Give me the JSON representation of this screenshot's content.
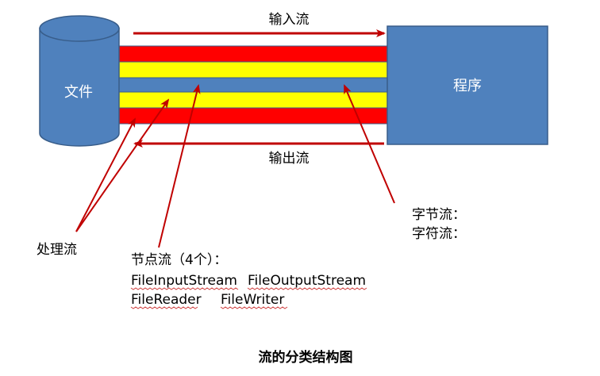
{
  "colors": {
    "blue": "#4f81bd",
    "blue_stroke": "#385d8a",
    "red": "#ff0000",
    "yellow": "#ffff00",
    "arrow": "#c00000"
  },
  "file_cylinder": {
    "label": "文件"
  },
  "program_box": {
    "label": "程序"
  },
  "input_stream": {
    "label": "输入流"
  },
  "output_stream": {
    "label": "输出流"
  },
  "processing_stream": {
    "label": "处理流"
  },
  "byte_char_streams": {
    "line1": "字节流：",
    "line2": "字符流："
  },
  "node_streams": {
    "title": "节点流（4个）：",
    "file_input_stream": "FileInputStream",
    "file_output_stream": "FileOutputStream",
    "file_reader": "FileReader",
    "file_writer": "FileWriter"
  },
  "caption": "流的分类结构图"
}
